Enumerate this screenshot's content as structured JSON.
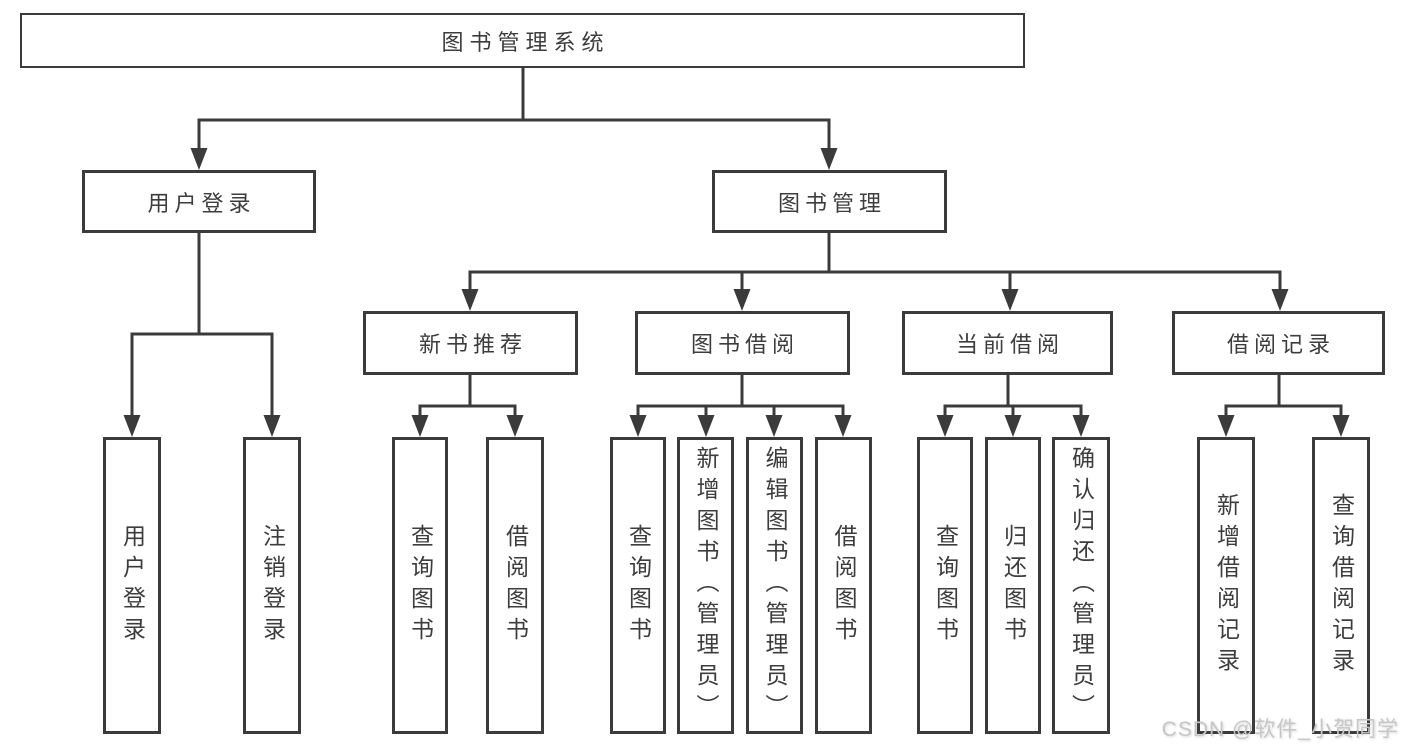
{
  "diagram": {
    "root": {
      "label": "图书管理系统"
    },
    "user_login": {
      "label": "用户登录",
      "children": [
        {
          "label": "用户登录"
        },
        {
          "label": "注销登录"
        }
      ]
    },
    "book_mgmt": {
      "label": "图书管理",
      "sections": [
        {
          "label": "新书推荐",
          "children": [
            {
              "label": "查询图书"
            },
            {
              "label": "借阅图书"
            }
          ]
        },
        {
          "label": "图书借阅",
          "children": [
            {
              "label": "查询图书"
            },
            {
              "label": "新增图书（管理员）"
            },
            {
              "label": "编辑图书（管理员）"
            },
            {
              "label": "借阅图书"
            }
          ]
        },
        {
          "label": "当前借阅",
          "children": [
            {
              "label": "查询图书"
            },
            {
              "label": "归还图书"
            },
            {
              "label": "确认归还（管理员）"
            }
          ]
        },
        {
          "label": "借阅记录",
          "children": [
            {
              "label": "新增借阅记录"
            },
            {
              "label": "查询借阅记录"
            }
          ]
        }
      ]
    }
  },
  "colors": {
    "line": "#3b3b3b",
    "text": "#3d3d3d",
    "box_fill": "#ffffff",
    "watermark": "#c7c7c7"
  },
  "watermark": {
    "text": "CSDN @软件_小贺同学"
  }
}
